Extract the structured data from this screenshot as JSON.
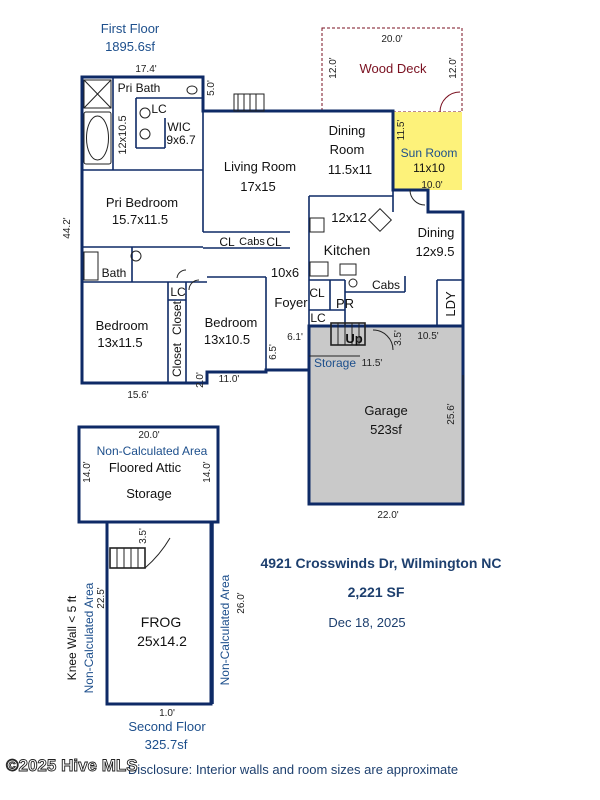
{
  "first_floor": {
    "title": "First Floor",
    "area": "1895.6sf"
  },
  "second_floor": {
    "title": "Second Floor",
    "area": "325.7sf"
  },
  "rooms": {
    "wood_deck": "Wood Deck",
    "pri_bath": "Pri Bath",
    "lc1": "LC",
    "wic": "WIC",
    "wic_size": "9x6.7",
    "living": "Living Room",
    "living_size": "17x15",
    "dining1": "Dining",
    "dining1_b": "Room",
    "dining1_size": "11.5x11",
    "sun_room": "Sun Room",
    "sun_size": "11x10",
    "pri_bed": "Pri Bedroom",
    "pri_bed_size": "15.7x11.5",
    "kitchen_size": "12x12",
    "kitchen": "Kitchen",
    "dining2": "Dining",
    "dining2_size": "12x9.5",
    "cl1": "CL",
    "cabs1": "Cabs",
    "cl2": "CL",
    "bath": "Bath",
    "foyer_size": "10x6",
    "foyer": "Foyer",
    "lc2": "LC",
    "closet1": "Closet",
    "closet2": "Closet",
    "bedroom1": "Bedroom",
    "bedroom1_size": "13x11.5",
    "bedroom2": "Bedroom",
    "bedroom2_size": "13x10.5",
    "cl3": "CL",
    "lc3": "LC",
    "pr": "PR",
    "cabs2": "Cabs",
    "ldy": "LDY",
    "up": "Up",
    "storage1": "Storage",
    "garage": "Garage",
    "garage_area": "523sf",
    "non_calc_top": "Non-Calculated Area",
    "attic": "Floored Attic",
    "attic_storage": "Storage",
    "frog": "FROG",
    "frog_size": "25x14.2",
    "knee_wall": "Knee Wall < 5 ft",
    "non_calc_left": "Non-Calculated Area",
    "non_calc_right": "Non-Calculated Area"
  },
  "dimensions": {
    "d_20_deck": "20.0'",
    "d_12_deck_l": "12.0'",
    "d_12_deck_r": "12.0'",
    "d_17_4": "17.4'",
    "d_12x10_5": "12x10.5",
    "d_5_0": "5.0'",
    "d_11_5_sun": "11.5'",
    "d_10_0": "10.0'",
    "d_44_2": "44.2'",
    "d_6_1": "6.1'",
    "d_6_5": "6.5'",
    "d_3_5_a": "3.5'",
    "d_10_5": "10.5'",
    "d_11_5_st": "11.5'",
    "d_2_0": "2.0'",
    "d_11_0": "11.0'",
    "d_15_6": "15.6'",
    "d_25_6": "25.6'",
    "d_22_0": "22.0'",
    "d_20_attic": "20.0'",
    "d_14_l": "14.0'",
    "d_14_r": "14.0'",
    "d_3_5_b": "3.5'",
    "d_22_5": "22.5'",
    "d_26_0": "26.0'",
    "d_1_0": "1.0'"
  },
  "info": {
    "address": "4921 Crosswinds Dr, Wilmington NC",
    "sf": "2,221 SF",
    "date": "Dec 18, 2025"
  },
  "footer": {
    "watermark": "©2025 Hive MLS",
    "disclosure": "Disclosure: Interior walls and room sizes are approximate"
  },
  "colors": {
    "wall": "#0e2a66",
    "sun_room": "#fdf27a",
    "garage": "#c9c9c9",
    "label_blue": "#1d4f8c",
    "deck_line": "#7a1020"
  }
}
